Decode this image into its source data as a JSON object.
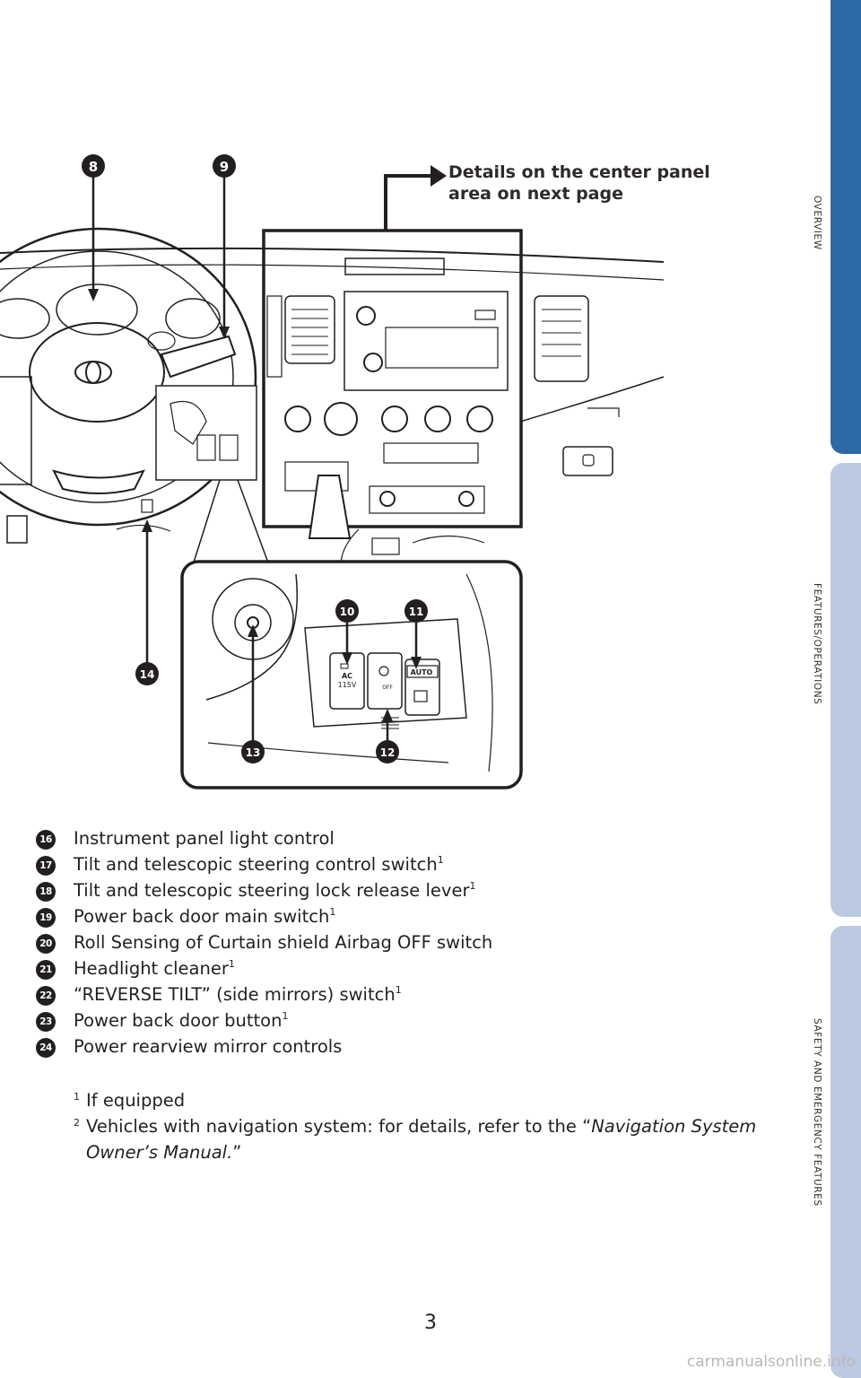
{
  "side_tabs": {
    "overview": "OVERVIEW",
    "features": "FEATURES/OPERATIONS",
    "safety": "SAFETY AND EMERGENCY FEATURES"
  },
  "callout": {
    "line1": "Details on the center panel",
    "line2": "area on next page"
  },
  "markers": {
    "m8": "8",
    "m9": "9",
    "m10": "10",
    "m11": "11",
    "m12": "12",
    "m13": "13",
    "m14": "14"
  },
  "switch_labels": {
    "ac": "AC",
    "ac_volt": "115V",
    "off": "OFF",
    "auto": "AUTO"
  },
  "items": [
    {
      "num": "16",
      "text": "Instrument panel light control",
      "sup": ""
    },
    {
      "num": "17",
      "text": "Tilt and telescopic steering control switch",
      "sup": "1"
    },
    {
      "num": "18",
      "text": "Tilt and telescopic steering lock release lever",
      "sup": "1"
    },
    {
      "num": "19",
      "text": "Power back door main switch",
      "sup": "1"
    },
    {
      "num": "20",
      "text": "Roll Sensing of Curtain shield Airbag OFF switch",
      "sup": ""
    },
    {
      "num": "21",
      "text": "Headlight cleaner",
      "sup": "1"
    },
    {
      "num": "22",
      "text": "“REVERSE TILT” (side mirrors) switch",
      "sup": "1"
    },
    {
      "num": "23",
      "text": "Power back door button",
      "sup": "1"
    },
    {
      "num": "24",
      "text": "Power rearview mirror controls",
      "sup": ""
    }
  ],
  "footnotes": {
    "f1_mark": "1",
    "f1_text": "If equipped",
    "f2_mark": "2",
    "f2_text": "Vehicles with navigation system: for details, refer to the “",
    "f2_italic": "Navigation System Owner’s Manual.",
    "f2_end": "”"
  },
  "page_number": "3",
  "watermark": "carmanualsonline.info"
}
